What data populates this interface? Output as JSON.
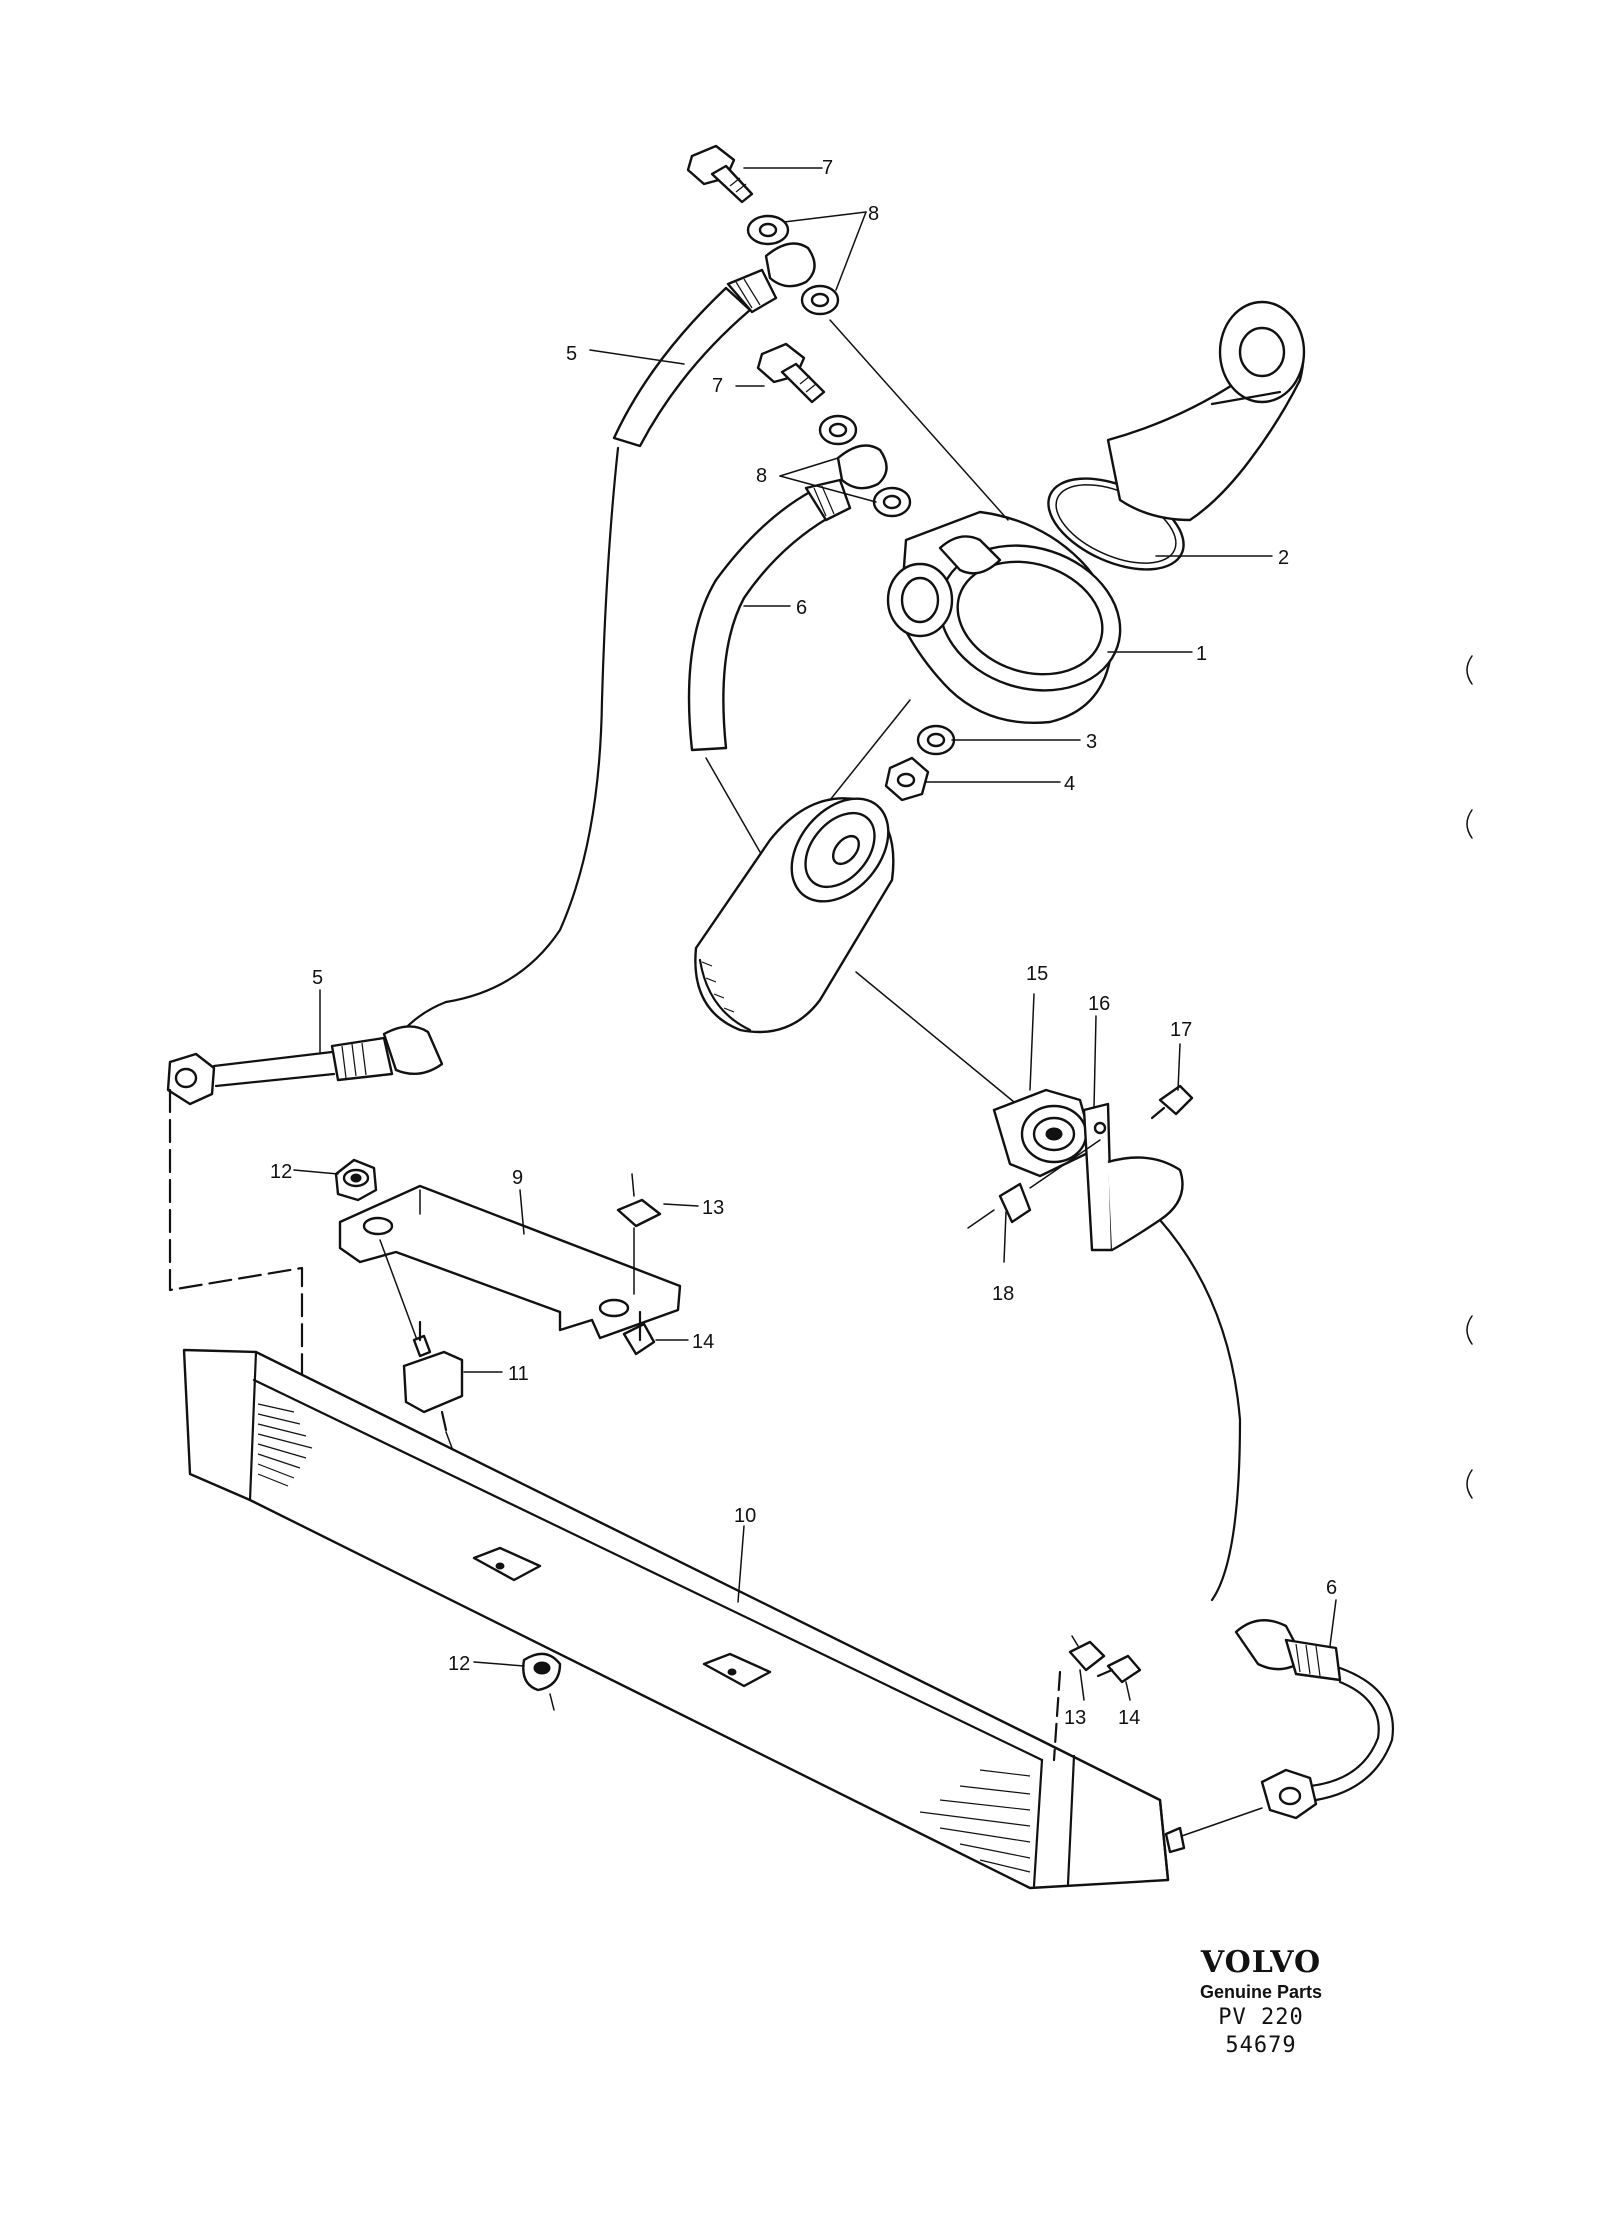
{
  "diagram": {
    "callouts": [
      "7",
      "8",
      "5",
      "7",
      "8",
      "6",
      "2",
      "1",
      "3",
      "4",
      "5",
      "15",
      "16",
      "17",
      "12",
      "9",
      "13",
      "18",
      "14",
      "11",
      "10",
      "12",
      "13",
      "14",
      "6"
    ]
  },
  "brand": {
    "logo": "VOLVO",
    "tagline": "Genuine Parts",
    "code": "PV 220 54679"
  }
}
